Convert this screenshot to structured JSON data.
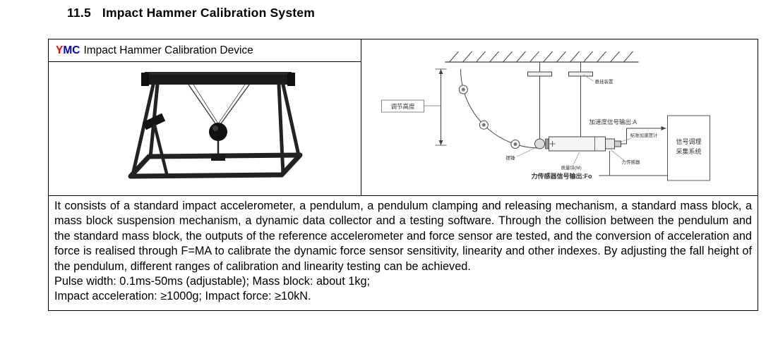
{
  "heading": {
    "number": "11.5",
    "title": "Impact Hammer Calibration System"
  },
  "product": {
    "brand_y": "Y",
    "brand_mc": "MC",
    "name": "Impact Hammer Calibration Device"
  },
  "description": {
    "paragraph": "It consists of a standard impact accelerometer, a pendulum, a pendulum clamping and releasing mechanism, a standard mass block, a mass block suspension mechanism, a dynamic data collector and a testing software. Through the collision between the pendulum and the standard mass block, the outputs of the reference accelerometer and force sensor are tested, and the conversion of acceleration and force is realised through F=MA to calibrate the dynamic force sensor sensitivity, linearity and other indexes. By adjusting the fall height of the pendulum, different ranges of calibration and linearity testing can be achieved.",
    "specs_line1": "Pulse width: 0.1ms-50ms (adjustable); Mass block: about 1kg;",
    "specs_line2": "Impact acceleration: ≥1000g; Impact force: ≥10kN."
  },
  "diagram": {
    "adjust_height_label": "调节高度",
    "accel_output_label": "加速度信号输出:A",
    "signal_box_line1": "信号调理",
    "signal_box_line2": "采集系统",
    "force_output_label": "力传感器信号输出:Fo",
    "component_labels": {
      "suspension": "悬挂装置",
      "pendulum": "摆锤",
      "mass_block": "质量块(M)",
      "force_sensor": "力传感器",
      "accelerometer": "标准加速度计"
    }
  }
}
